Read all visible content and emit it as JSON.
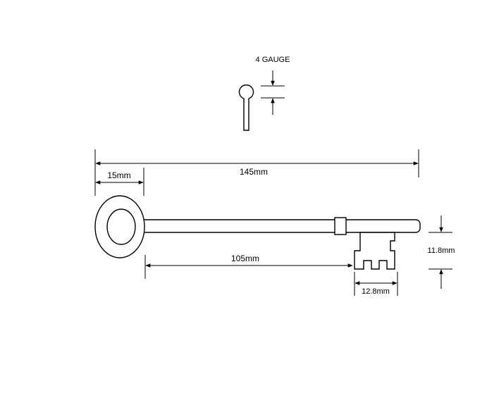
{
  "labels": {
    "gauge": "4 GAUGE",
    "overall_length": "145mm",
    "bow_width": "15mm",
    "shank_length": "105mm",
    "bit_height": "11.8mm",
    "bit_width": "12.8mm"
  },
  "colors": {
    "line": "#000000",
    "background": "#ffffff"
  }
}
